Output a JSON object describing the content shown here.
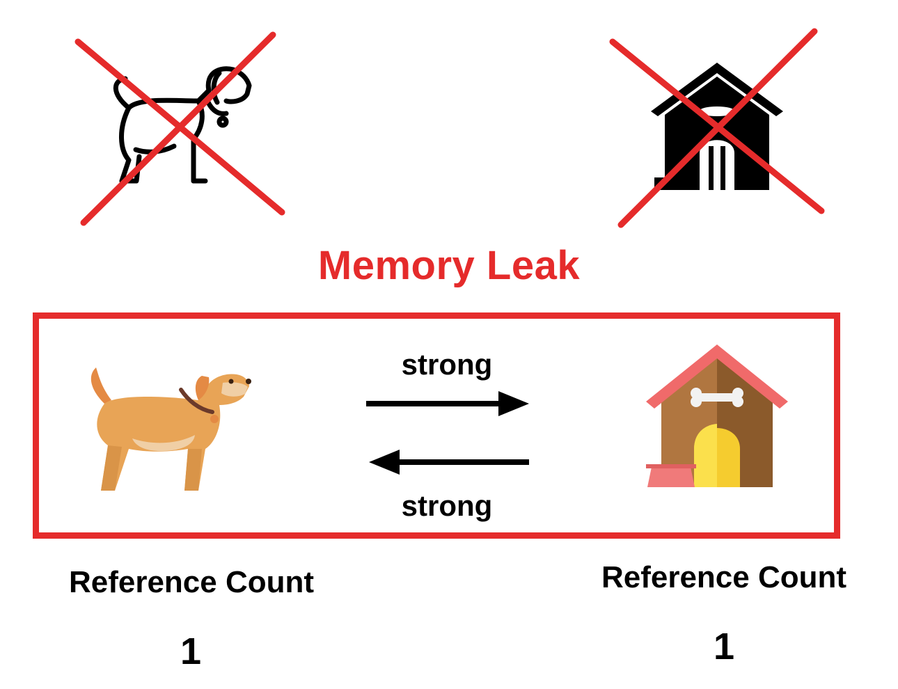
{
  "title": "Memory Leak",
  "colors": {
    "leak_red": "#e52b2b",
    "dog_body": "#e8a456",
    "dog_belly": "#f0cfa6",
    "dog_ear": "#e48a44",
    "collar": "#6b3a2a",
    "house_wall": "#b07640",
    "house_wall_dark": "#8b5a2b",
    "house_roof": "#f06a6a",
    "house_door": "#f5cc2f",
    "bowl": "#f07a7a"
  },
  "deleted_objects": [
    {
      "name": "dog",
      "icon": "dog-outline-icon"
    },
    {
      "name": "doghouse",
      "icon": "doghouse-silhouette-icon"
    }
  ],
  "references": {
    "top_label": "strong",
    "bottom_label": "strong"
  },
  "dog_count": {
    "label": "Reference Count",
    "value": "1"
  },
  "house_count": {
    "label": "Reference Count",
    "value": "1"
  }
}
